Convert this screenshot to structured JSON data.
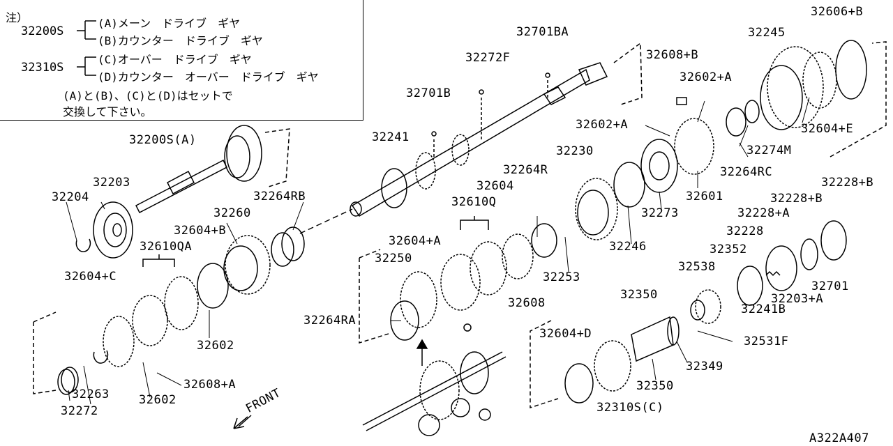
{
  "note": {
    "heading": "注）",
    "group1_code": "32200S",
    "group1_a": "(A)メーン　ドライブ　ギヤ",
    "group1_b": "(B)カウンター　ドライブ　ギヤ",
    "group2_code": "32310S",
    "group2_c": "(C)オーバー　ドライブ　ギヤ",
    "group2_d": "(D)カウンター　オーバー　ドライブ　ギヤ",
    "remark_line1": "(A)と(B)、(C)と(D)はセットで",
    "remark_line2": "交換して下さい。"
  },
  "labels": [
    "32606+B",
    "32245",
    "32701BA",
    "32608+B",
    "32602+A",
    "32272F",
    "32701B",
    "32602+A",
    "32604+E",
    "32274M",
    "32241",
    "32200S(A)",
    "32230",
    "32264R",
    "32264RC",
    "32203",
    "32604",
    "32228+B",
    "32601",
    "32204",
    "32264RB",
    "32610Q",
    "32228+B",
    "32273",
    "32260",
    "32228+A",
    "32604+B",
    "32228",
    "32610QA",
    "32604+A",
    "32246",
    "32352",
    "32250",
    "32538",
    "32604+C",
    "32253",
    "32701",
    "32350",
    "32241B",
    "32203+A",
    "32608",
    "32264RA",
    "32531F",
    "32604+D",
    "32602",
    "32349",
    "32350",
    "32263",
    "32608+A",
    "32602",
    "32272",
    "32310S(C)"
  ],
  "front_label": "FRONT",
  "figure_id": "A322A407"
}
